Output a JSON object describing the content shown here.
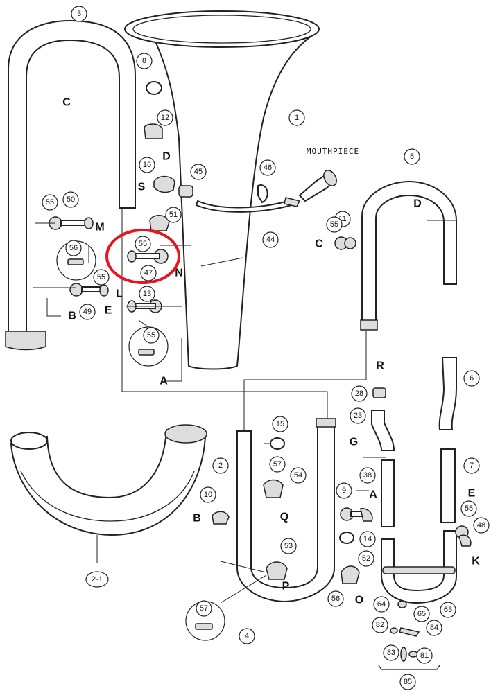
{
  "diagram": {
    "mouthpiece_label": "MOUTHPIECE",
    "part_numbers": [
      "1",
      "2",
      "2-1",
      "3",
      "4",
      "5",
      "6",
      "7",
      "8",
      "9",
      "10",
      "11",
      "12",
      "13",
      "14",
      "15",
      "16",
      "23",
      "28",
      "38",
      "44",
      "45",
      "46",
      "47",
      "48",
      "49",
      "50",
      "51",
      "52",
      "53",
      "54",
      "55",
      "56",
      "57",
      "63",
      "64",
      "65",
      "81",
      "82",
      "83",
      "84",
      "85"
    ],
    "connection_letters": [
      "A",
      "B",
      "C",
      "D",
      "E",
      "G",
      "K",
      "L",
      "M",
      "N",
      "O",
      "P",
      "Q",
      "R",
      "S"
    ],
    "highlight": {
      "color": "#e8141c",
      "parts": [
        "55",
        "47"
      ]
    }
  }
}
